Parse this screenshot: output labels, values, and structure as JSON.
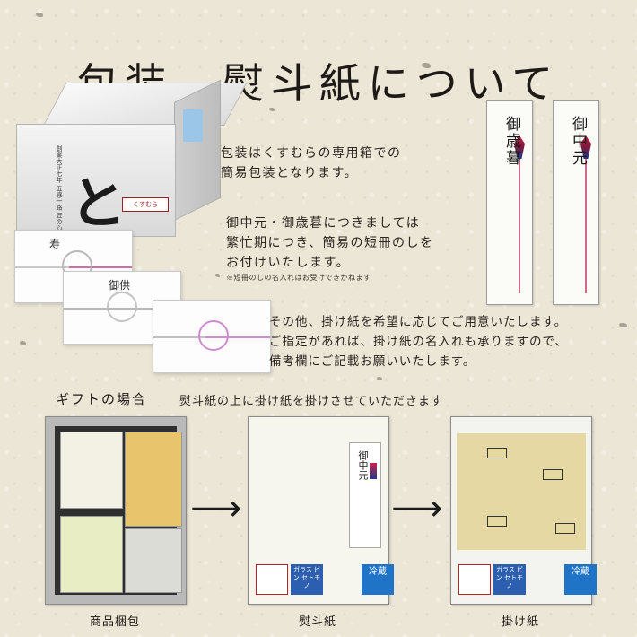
{
  "title": "包装、熨斗紙について",
  "box": {
    "mark": "と",
    "side_text": "創業大正七年 五感一路 匠の心",
    "stamp": "くすむら"
  },
  "sections": {
    "packaging_text": [
      "包装はくすむらの専用箱での",
      "簡易包装となります。"
    ],
    "tanzaku_text": [
      "御中元・御歳暮につきましては",
      "繁忙期につき、簡易の短冊のしを",
      "お付けいたします。"
    ],
    "tanzaku_note": "※短冊のしの名入れはお受けできかねます",
    "kakegami_text": [
      "その他、掛け紙を希望に応じてご用意いたします。",
      "ご指定があれば、掛け紙の名入れも承りますので、",
      "備考欄にご記載お願いいたします。"
    ]
  },
  "tanzaku": [
    {
      "label": "御歳暮"
    },
    {
      "label": "御中元"
    }
  ],
  "noshi_cards": [
    {
      "label": "寿"
    },
    {
      "label": "御供"
    },
    {
      "label": ""
    }
  ],
  "gift": {
    "heading": "ギフトの場合",
    "description": "熨斗紙の上に掛け紙を掛けさせていただきます",
    "panels": [
      {
        "caption": "商品梱包"
      },
      {
        "caption": "熨斗紙",
        "strip_label": "御中元"
      },
      {
        "caption": "掛け紙"
      }
    ],
    "stickers": {
      "fragile": "ガラス ビン セトモノ",
      "cold": "冷蔵"
    }
  },
  "colors": {
    "background": "#ece6d6",
    "cord_pink": "#d16a8c",
    "kakegami": "#e5d8a2"
  }
}
